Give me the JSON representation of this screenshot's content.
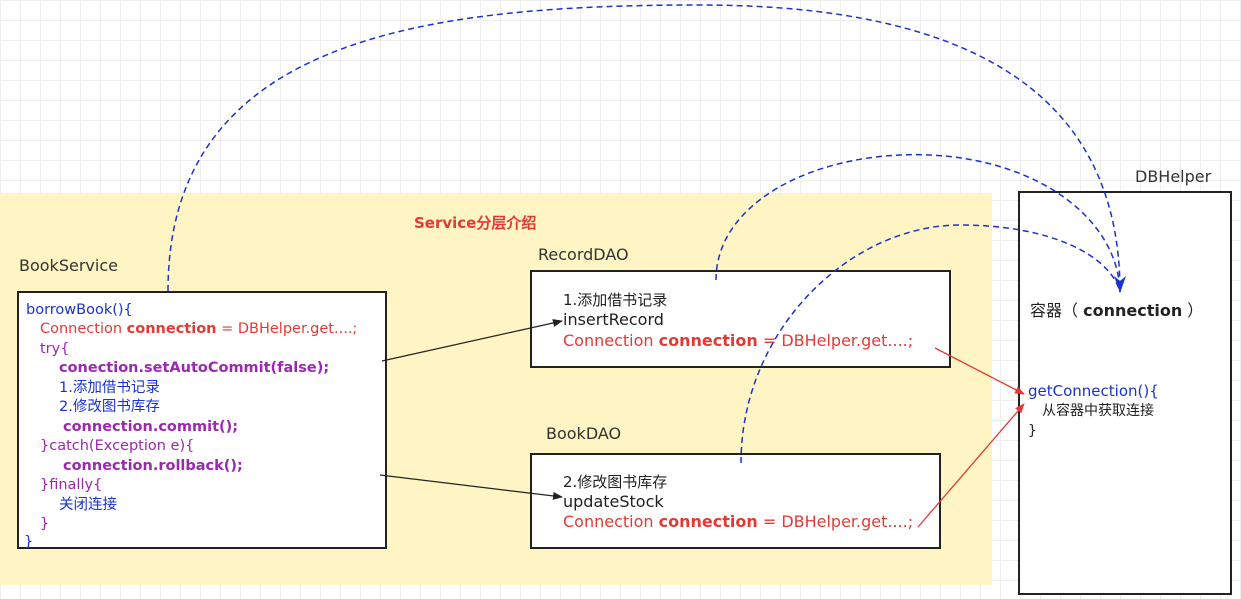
{
  "diagram": {
    "title": "Service分层介绍",
    "colors": {
      "region_fill": "#fff4c3",
      "title": "#e53935",
      "code_blue": "#1a33cc",
      "code_red": "#e53935",
      "code_purple": "#9c27b0",
      "dashed_arrow": "#1a33cc",
      "red_arrow": "#e53935"
    },
    "book_service": {
      "label": "BookService",
      "lines": {
        "l1": "borrowBook(){",
        "l2a": "Connection ",
        "l2b": "connection",
        "l2c": " = DBHelper.get....;",
        "l3": "try{",
        "l4": "conection.setAutoCommit(false);",
        "l5": "1.添加借书记录",
        "l6": "2.修改图书库存",
        "l7": "connection.commit();",
        "l8": "}catch(Exception e){",
        "l9": "connection.rollback();",
        "l10": "}finally{",
        "l11": "关闭连接",
        "l12": "}",
        "l13": "}"
      }
    },
    "record_dao": {
      "label": "RecordDAO",
      "lines": {
        "l1": "1.添加借书记录",
        "l2": "insertRecord",
        "l3a": "Connection ",
        "l3b": "connection",
        "l3c": " = DBHelper.get....;"
      }
    },
    "book_dao": {
      "label": "BookDAO",
      "lines": {
        "l1": "2.修改图书库存",
        "l2": "updateStock",
        "l3a": "Connection ",
        "l3b": "connection",
        "l3c": " = DBHelper.get....;"
      }
    },
    "db_helper": {
      "label": "DBHelper",
      "container_a": "容器（ ",
      "container_b": "connection",
      "container_c": " ）",
      "method": "getConnection(){",
      "method_body": "从容器中获取连接",
      "method_end": "}"
    }
  }
}
